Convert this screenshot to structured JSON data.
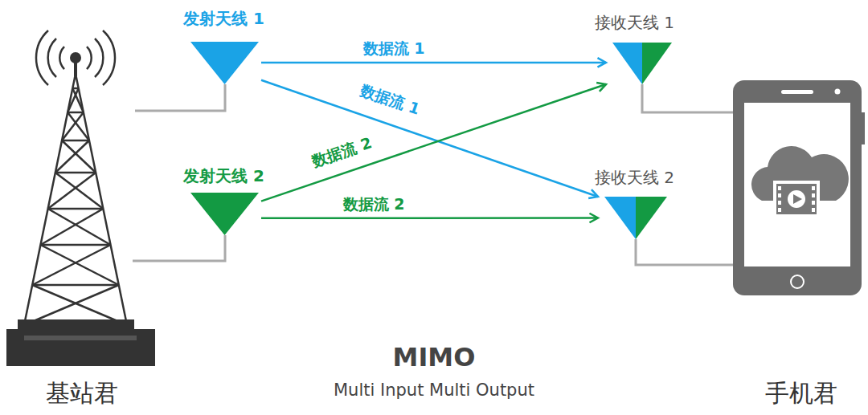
{
  "diagram": {
    "title": "MIMO",
    "caption": "Multi Input Multi Output",
    "nodes": [
      {
        "text": [
          "发射天线 1"
        ]
      },
      {
        "text": [
          "发射天线 2"
        ]
      },
      {
        "text": [
          "接收天线 1"
        ]
      },
      {
        "text": [
          "接收天线 2"
        ]
      }
    ],
    "edges": [
      {
        "from": 0,
        "to": 2,
        "arrow": "to",
        "label": "数据流 1"
      },
      {
        "from": 0,
        "to": 3,
        "arrow": "to",
        "label": "数据流 1"
      },
      {
        "from": 1,
        "to": 2,
        "arrow": "to",
        "label": "数据流 2"
      },
      {
        "from": 1,
        "to": 3,
        "arrow": "to",
        "label": "数据流 2"
      }
    ],
    "labels": [
      "基站君",
      "手机君"
    ]
  }
}
